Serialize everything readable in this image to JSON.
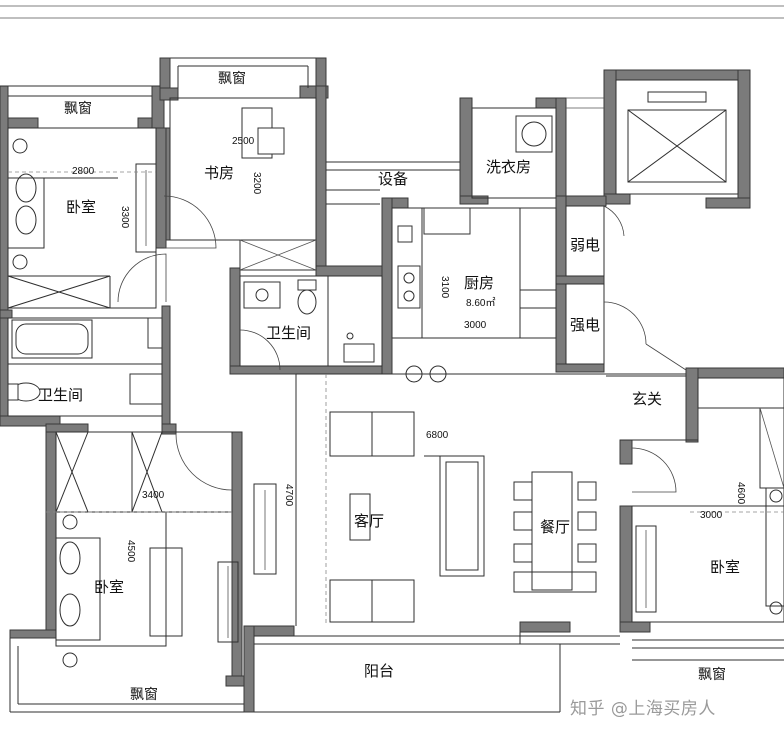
{
  "rooms": {
    "bay_window_top_left": "飘窗",
    "bay_window_study": "飘窗",
    "bay_window_bottom_left": "飘窗",
    "bay_window_bottom_right": "飘窗",
    "bedroom_nw": "卧室",
    "bedroom_sw": "卧室",
    "bedroom_e": "卧室",
    "study": "书房",
    "equipment": "设备",
    "laundry": "洗衣房",
    "kitchen": "厨房",
    "kitchen_area": "8.60㎡",
    "weak_current": "弱电",
    "strong_current": "强电",
    "bathroom_upper": "卫生间",
    "bathroom_lower": "卫生间",
    "foyer": "玄关",
    "living_room": "客厅",
    "dining_room": "餐厅",
    "balcony": "阳台"
  },
  "dimensions": {
    "bedroom_nw_w": "2800",
    "bedroom_nw_h": "3300",
    "study_w": "2500",
    "study_h": "3200",
    "kitchen_h": "3100",
    "kitchen_w": "3000",
    "living_w": "6800",
    "living_h": "4700",
    "bedroom_sw_w": "3400",
    "bedroom_sw_h": "4500",
    "bedroom_e_w": "3000",
    "bedroom_e_h": "4600"
  },
  "watermark": "知乎 @上海买房人"
}
